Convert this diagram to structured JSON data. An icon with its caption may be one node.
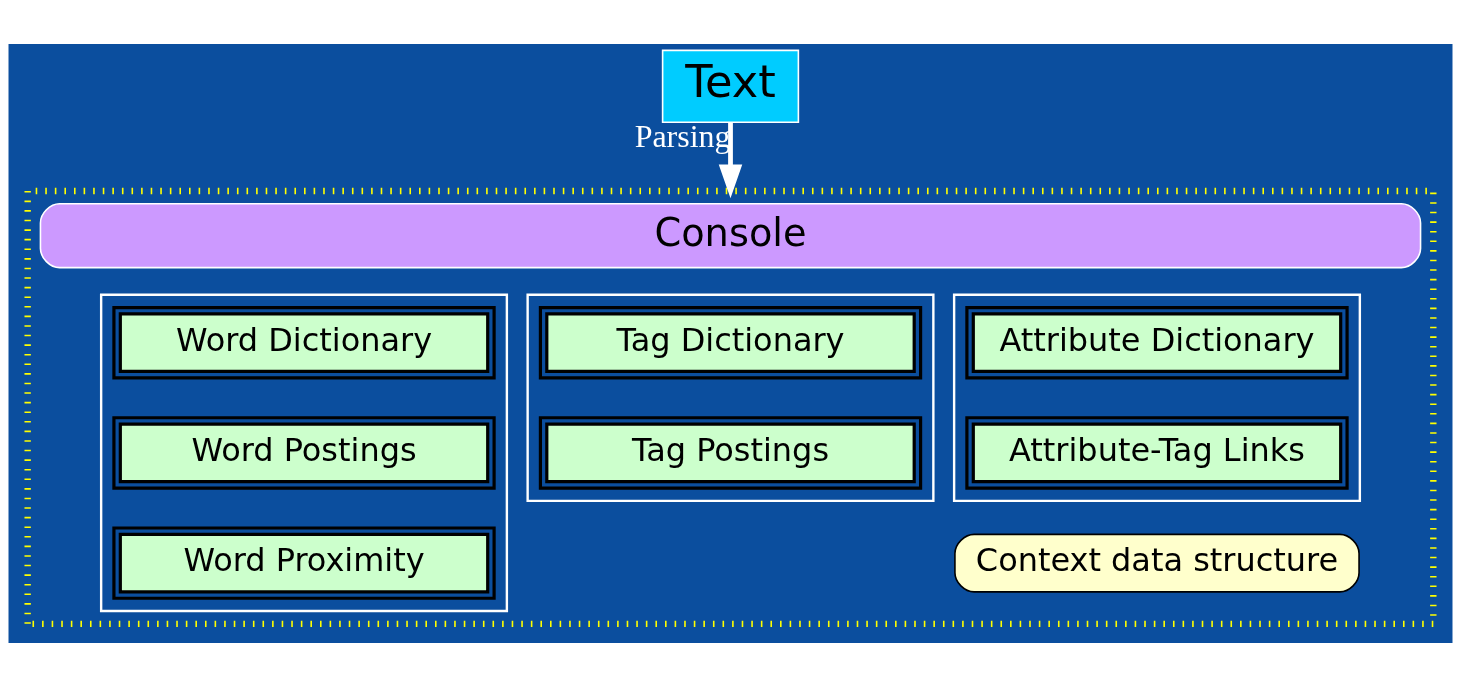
{
  "diagram": {
    "nodes": [
      {
        "text": [
          "Text"
        ]
      },
      {
        "text": [],
        "shape": "box"
      },
      {
        "text": [
          "Console"
        ],
        "in": 1
      },
      {
        "text": [],
        "shape": "box",
        "in": 1
      },
      {
        "text": [
          "Word Dictionary"
        ],
        "in": 3
      },
      {
        "text": [
          "Word Postings"
        ],
        "in": 3
      },
      {
        "text": [
          "Word Proximity"
        ],
        "in": 3
      },
      {
        "text": [],
        "shape": "box",
        "in": 1
      },
      {
        "text": [
          "Tag Dictionary"
        ],
        "in": 7
      },
      {
        "text": [
          "Tag Postings"
        ],
        "in": 7
      },
      {
        "text": [],
        "shape": "box",
        "in": 1
      },
      {
        "text": [
          "Attribute Dictionary"
        ],
        "in": 10
      },
      {
        "text": [
          "Attribute-Tag Links"
        ],
        "in": 10
      },
      {
        "text": [
          "Context data structure"
        ],
        "in": 1
      }
    ],
    "edges": [
      {
        "from": 0,
        "to": 1,
        "arrow": "to",
        "label": "Parsing"
      }
    ]
  }
}
